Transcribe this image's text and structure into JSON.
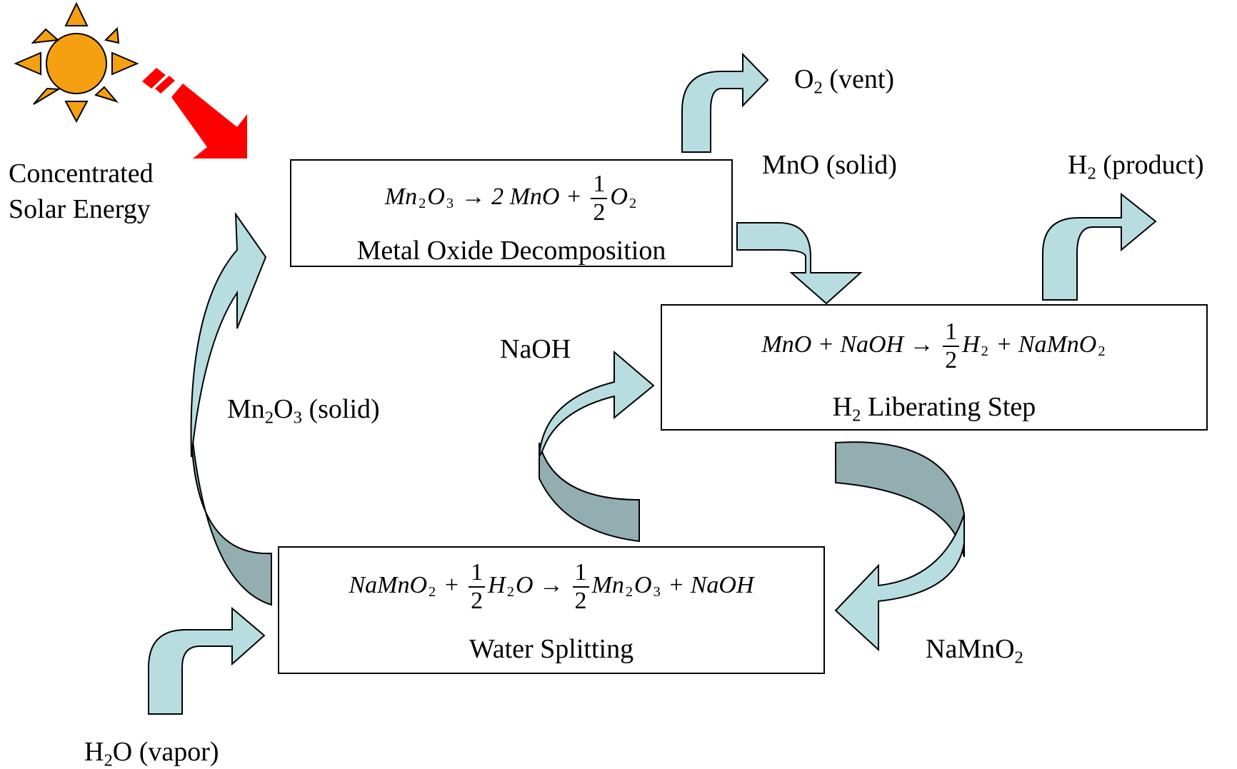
{
  "labels": {
    "solar": [
      "Concentrated",
      "Solar Energy"
    ],
    "o2_vent": {
      "base": "O",
      "sub": "2",
      "rest": " (vent)"
    },
    "mno_solid": "MnO (solid)",
    "h2_product": {
      "base": "H",
      "sub": "2",
      "rest": " (product)"
    },
    "naoh": "NaOH",
    "mn2o3_solid": {
      "a": "Mn",
      "s1": "2",
      "b": "O",
      "s2": "3",
      "rest": " (solid)"
    },
    "namno2": {
      "base": "NaMnO",
      "sub": "2"
    },
    "h2o_vapor": {
      "base": "H",
      "sub": "2",
      "rest": "O (vapor)"
    }
  },
  "boxes": {
    "decomposition": {
      "title": "Metal Oxide Decomposition",
      "eq": {
        "t1": "Mn",
        "s1": "2",
        "t2": "O",
        "s2": "3",
        "t3": " → 2 MnO  + ",
        "fn": "1",
        "fd": "2",
        "t4": "O",
        "s4": "2"
      }
    },
    "liberating": {
      "title_base": "H",
      "title_sub": "2",
      "title_rest": " Liberating Step",
      "eq": {
        "t1": "MnO + NaOH → ",
        "fn": "1",
        "fd": "2",
        "t2": "H",
        "s2": "2",
        "t3": " + NaMnO",
        "s3": "2"
      }
    },
    "splitting": {
      "title": "Water Splitting",
      "eq": {
        "t1": "NaMnO",
        "s1": "2",
        "t2": " + ",
        "fn1": "1",
        "fd1": "2",
        "t3": "H",
        "s3": "2",
        "t4": "O → ",
        "fn2": "1",
        "fd2": "2",
        "t5": "Mn",
        "s5": "2",
        "t6": "O",
        "s6": "3",
        "t7": " + NaOH"
      }
    }
  },
  "colors": {
    "sun_fill": "#F5A011",
    "solar_arrow": "#FF0000",
    "flow_arrow": "#B8DDE0",
    "flow_arrow_back": "#93AEB1"
  }
}
